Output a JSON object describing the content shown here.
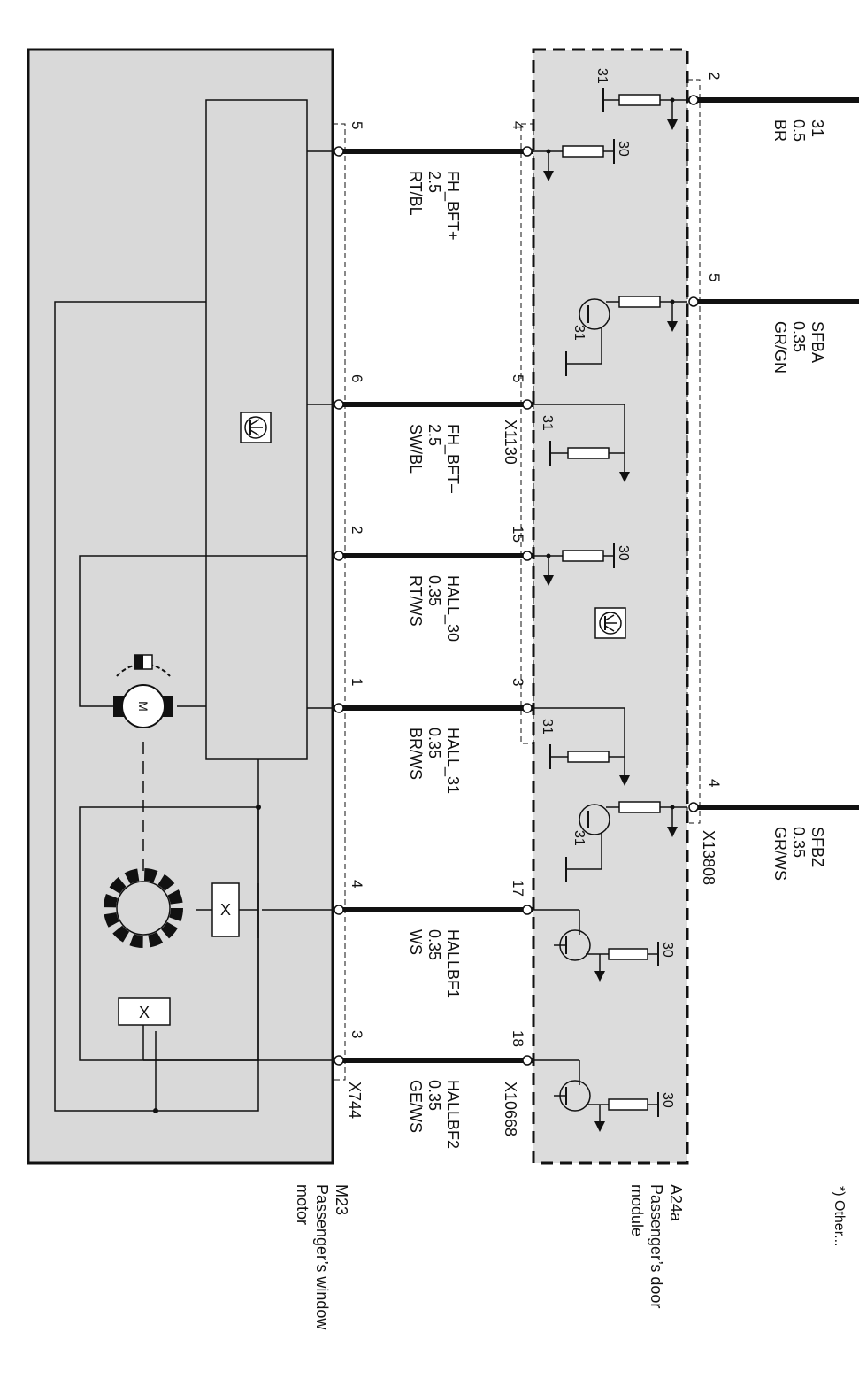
{
  "components": {
    "motor": {
      "ref": "M23",
      "line1": "Passenger’s window",
      "line2": "motor",
      "connector": "X744"
    },
    "door_module": {
      "ref": "A24a",
      "line1": "Passenger’s door",
      "line2": "module",
      "connectors": [
        "X1130",
        "X10668",
        "X13808"
      ]
    }
  },
  "center_wires": [
    {
      "signal": "FH_BFT+",
      "gauge": "2.5",
      "color": "RT/BL",
      "pin_motor": "5",
      "pin_module": "4",
      "module_side": "supply_30"
    },
    {
      "signal": "FH_BFT–",
      "gauge": "2.5",
      "color": "SW/BL",
      "pin_motor": "6",
      "pin_module": "5",
      "module_side": "ground_31"
    },
    {
      "signal": "HALL_30",
      "gauge": "0.35",
      "color": "RT/WS",
      "pin_motor": "2",
      "pin_module": "15",
      "module_side": "supply_30"
    },
    {
      "signal": "HALL_31",
      "gauge": "0.35",
      "color": "BR/WS",
      "pin_motor": "1",
      "pin_module": "3",
      "module_side": "ground_31"
    },
    {
      "signal": "HALLBF1",
      "gauge": "0.35",
      "color": "WS",
      "pin_motor": "4",
      "pin_module": "17",
      "module_side": "transistor_30"
    },
    {
      "signal": "HALLBF2",
      "gauge": "0.35",
      "color": "GE/WS",
      "pin_motor": "3",
      "pin_module": "18",
      "module_side": "transistor_30"
    }
  ],
  "right_wires": [
    {
      "signal": "31",
      "gauge": "0.5",
      "color": "BR",
      "pin": "2",
      "module_side": "ground_31"
    },
    {
      "signal": "SFBA",
      "gauge": "0.35",
      "color": "GR/GN",
      "pin": "5",
      "module_side": "transistor_31"
    },
    {
      "signal": "SFBZ",
      "gauge": "0.35",
      "color": "GR/WS",
      "pin": "4",
      "module_side": "transistor_31"
    }
  ],
  "terminal_labels": {
    "supply": "30",
    "ground": "31"
  },
  "icons": [
    "ecu-symbol-icon",
    "motor-icon",
    "hall-sensor-icon",
    "hall-ring-icon"
  ],
  "colors": {
    "motor_fill": "#d9d9d9",
    "module_fill": "#dcdcdc",
    "line": "#111111"
  },
  "corner_text": "*) Other..."
}
